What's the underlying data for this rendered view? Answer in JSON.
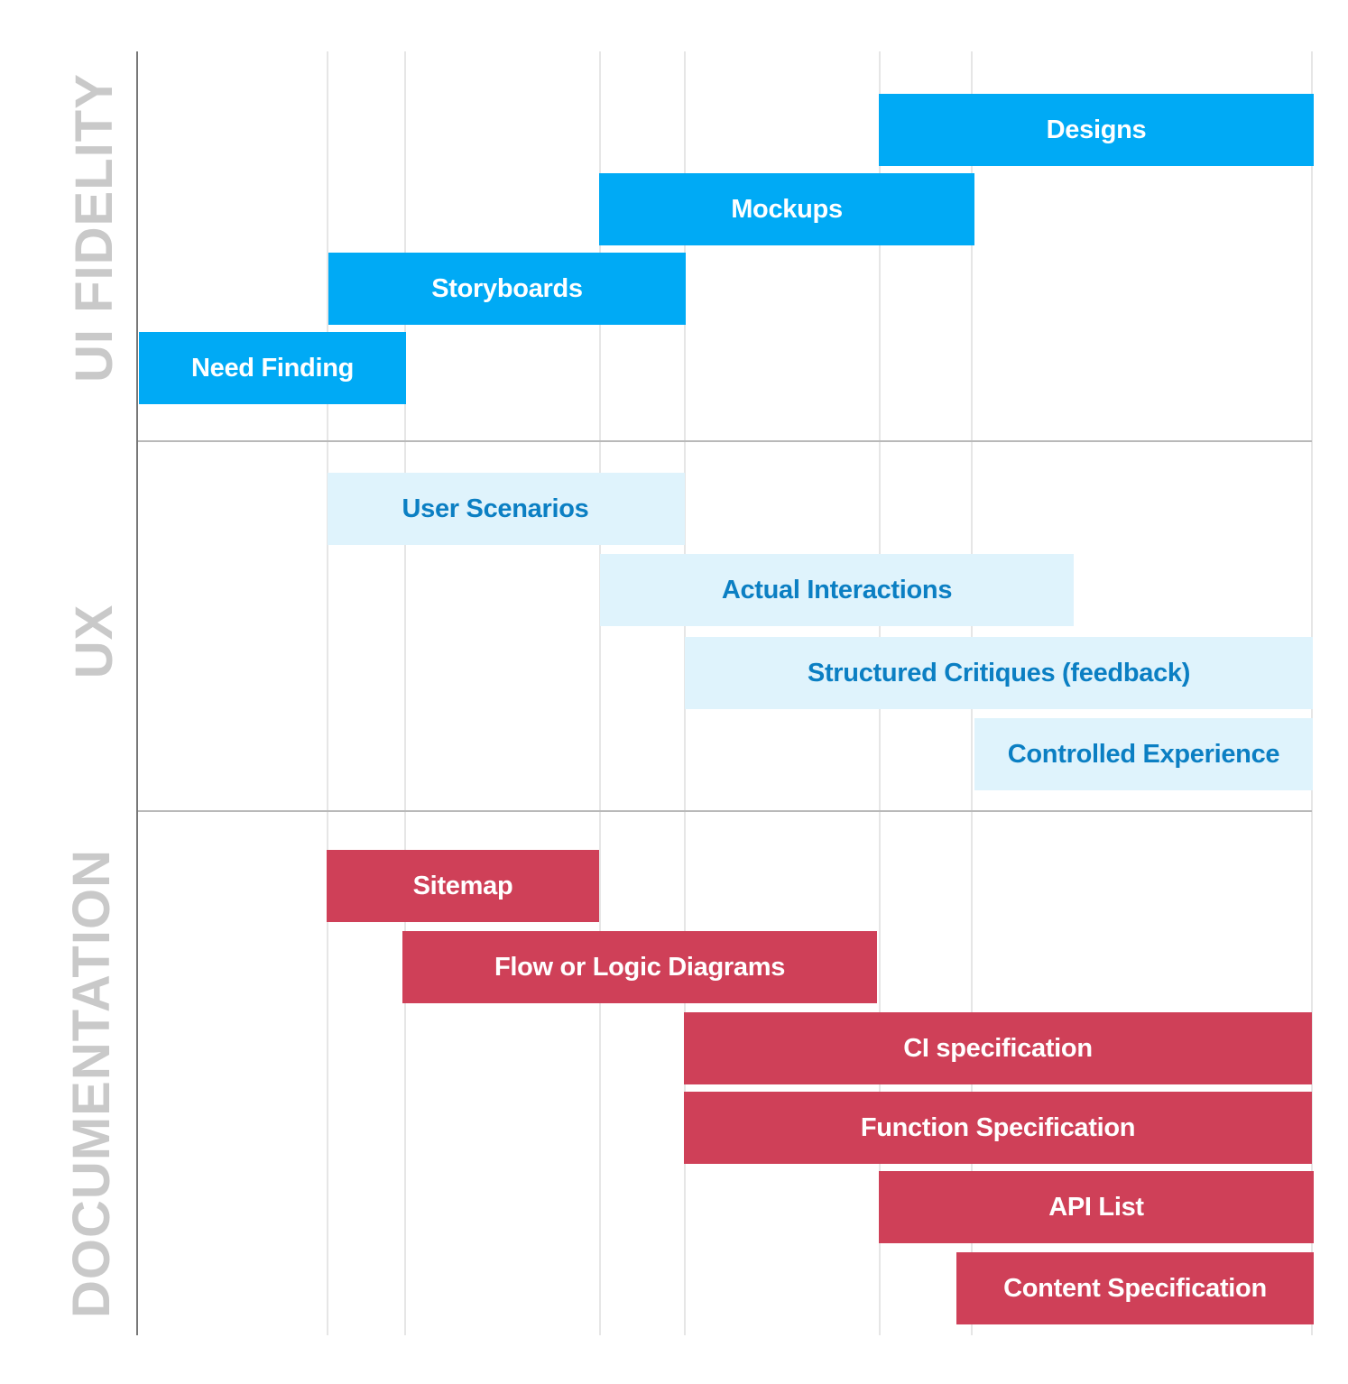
{
  "sections": {
    "ui_fidelity": "UI FIDELITY",
    "ux": "UX",
    "documentation": "DOCUMENTATION"
  },
  "bars": {
    "designs": "Designs",
    "mockups": "Mockups",
    "storyboards": "Storyboards",
    "need_finding": "Need Finding",
    "user_scenarios": "User Scenarios",
    "actual_interactions": "Actual Interactions",
    "structured_critiques": "Structured Critiques (feedback)",
    "controlled_experience": "Controlled Experience",
    "sitemap": "Sitemap",
    "flow_logic": "Flow or Logic Diagrams",
    "ci_spec": "CI specification",
    "function_spec": "Function Specification",
    "api_list": "API List",
    "content_spec": "Content Specification"
  },
  "colors": {
    "ui_fidelity_bar": "#00aaf5",
    "ux_bar": "#dff3fc",
    "ux_text": "#0b7fc3",
    "documentation_bar": "#cf4058",
    "section_label": "#c9c9c9"
  }
}
